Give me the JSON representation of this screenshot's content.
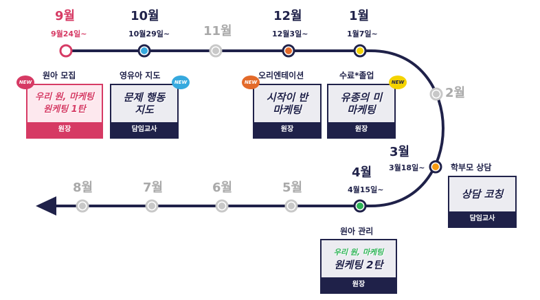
{
  "milestones": [
    {
      "month": "9월",
      "date": "9월24일~",
      "label": "원아 모집",
      "color": "#d63a64"
    },
    {
      "month": "10월",
      "date": "10월29일~",
      "label": "영유아 지도",
      "color": "#36a9de"
    },
    {
      "month": "11월",
      "date": "",
      "label": "",
      "color": "#c8c8c8"
    },
    {
      "month": "12월",
      "date": "12월3일~",
      "label": "오리엔테이션",
      "color": "#e36a2a"
    },
    {
      "month": "1월",
      "date": "1월7일~",
      "label": "수료*졸업",
      "color": "#f4d300"
    },
    {
      "month": "2월",
      "date": "",
      "label": "",
      "color": "#c8c8c8"
    },
    {
      "month": "3월",
      "date": "3월18일~",
      "label": "학부모 상담",
      "color": "#f59a12"
    },
    {
      "month": "4월",
      "date": "4월15일~",
      "label": "원아 관리",
      "color": "#2fb457"
    },
    {
      "month": "5월",
      "date": "",
      "label": "",
      "color": "#c8c8c8"
    },
    {
      "month": "6월",
      "date": "",
      "label": "",
      "color": "#c8c8c8"
    },
    {
      "month": "7월",
      "date": "",
      "label": "",
      "color": "#c8c8c8"
    },
    {
      "month": "8월",
      "date": "",
      "label": "",
      "color": "#c8c8c8"
    }
  ],
  "cards": [
    {
      "title": "우리 원, 마케팅\n원케팅 1탄",
      "footer": "원장"
    },
    {
      "title": "문제 행동\n지도",
      "footer": "담임교사"
    },
    {
      "title": "시작이 반\n마케팅",
      "footer": "원장"
    },
    {
      "title": "유종의 미\n마케팅",
      "footer": "원장"
    },
    {
      "title": "상담 코칭",
      "footer": "담임교사"
    },
    {
      "title_line1": "우리 원, 마케팅",
      "title_line2": "원케팅 2탄",
      "footer": "원장"
    }
  ],
  "badge_text": "NEW",
  "colors": {
    "navy": "#1f2149",
    "pink": "#d63a64",
    "grey": "#a9a9a9"
  }
}
